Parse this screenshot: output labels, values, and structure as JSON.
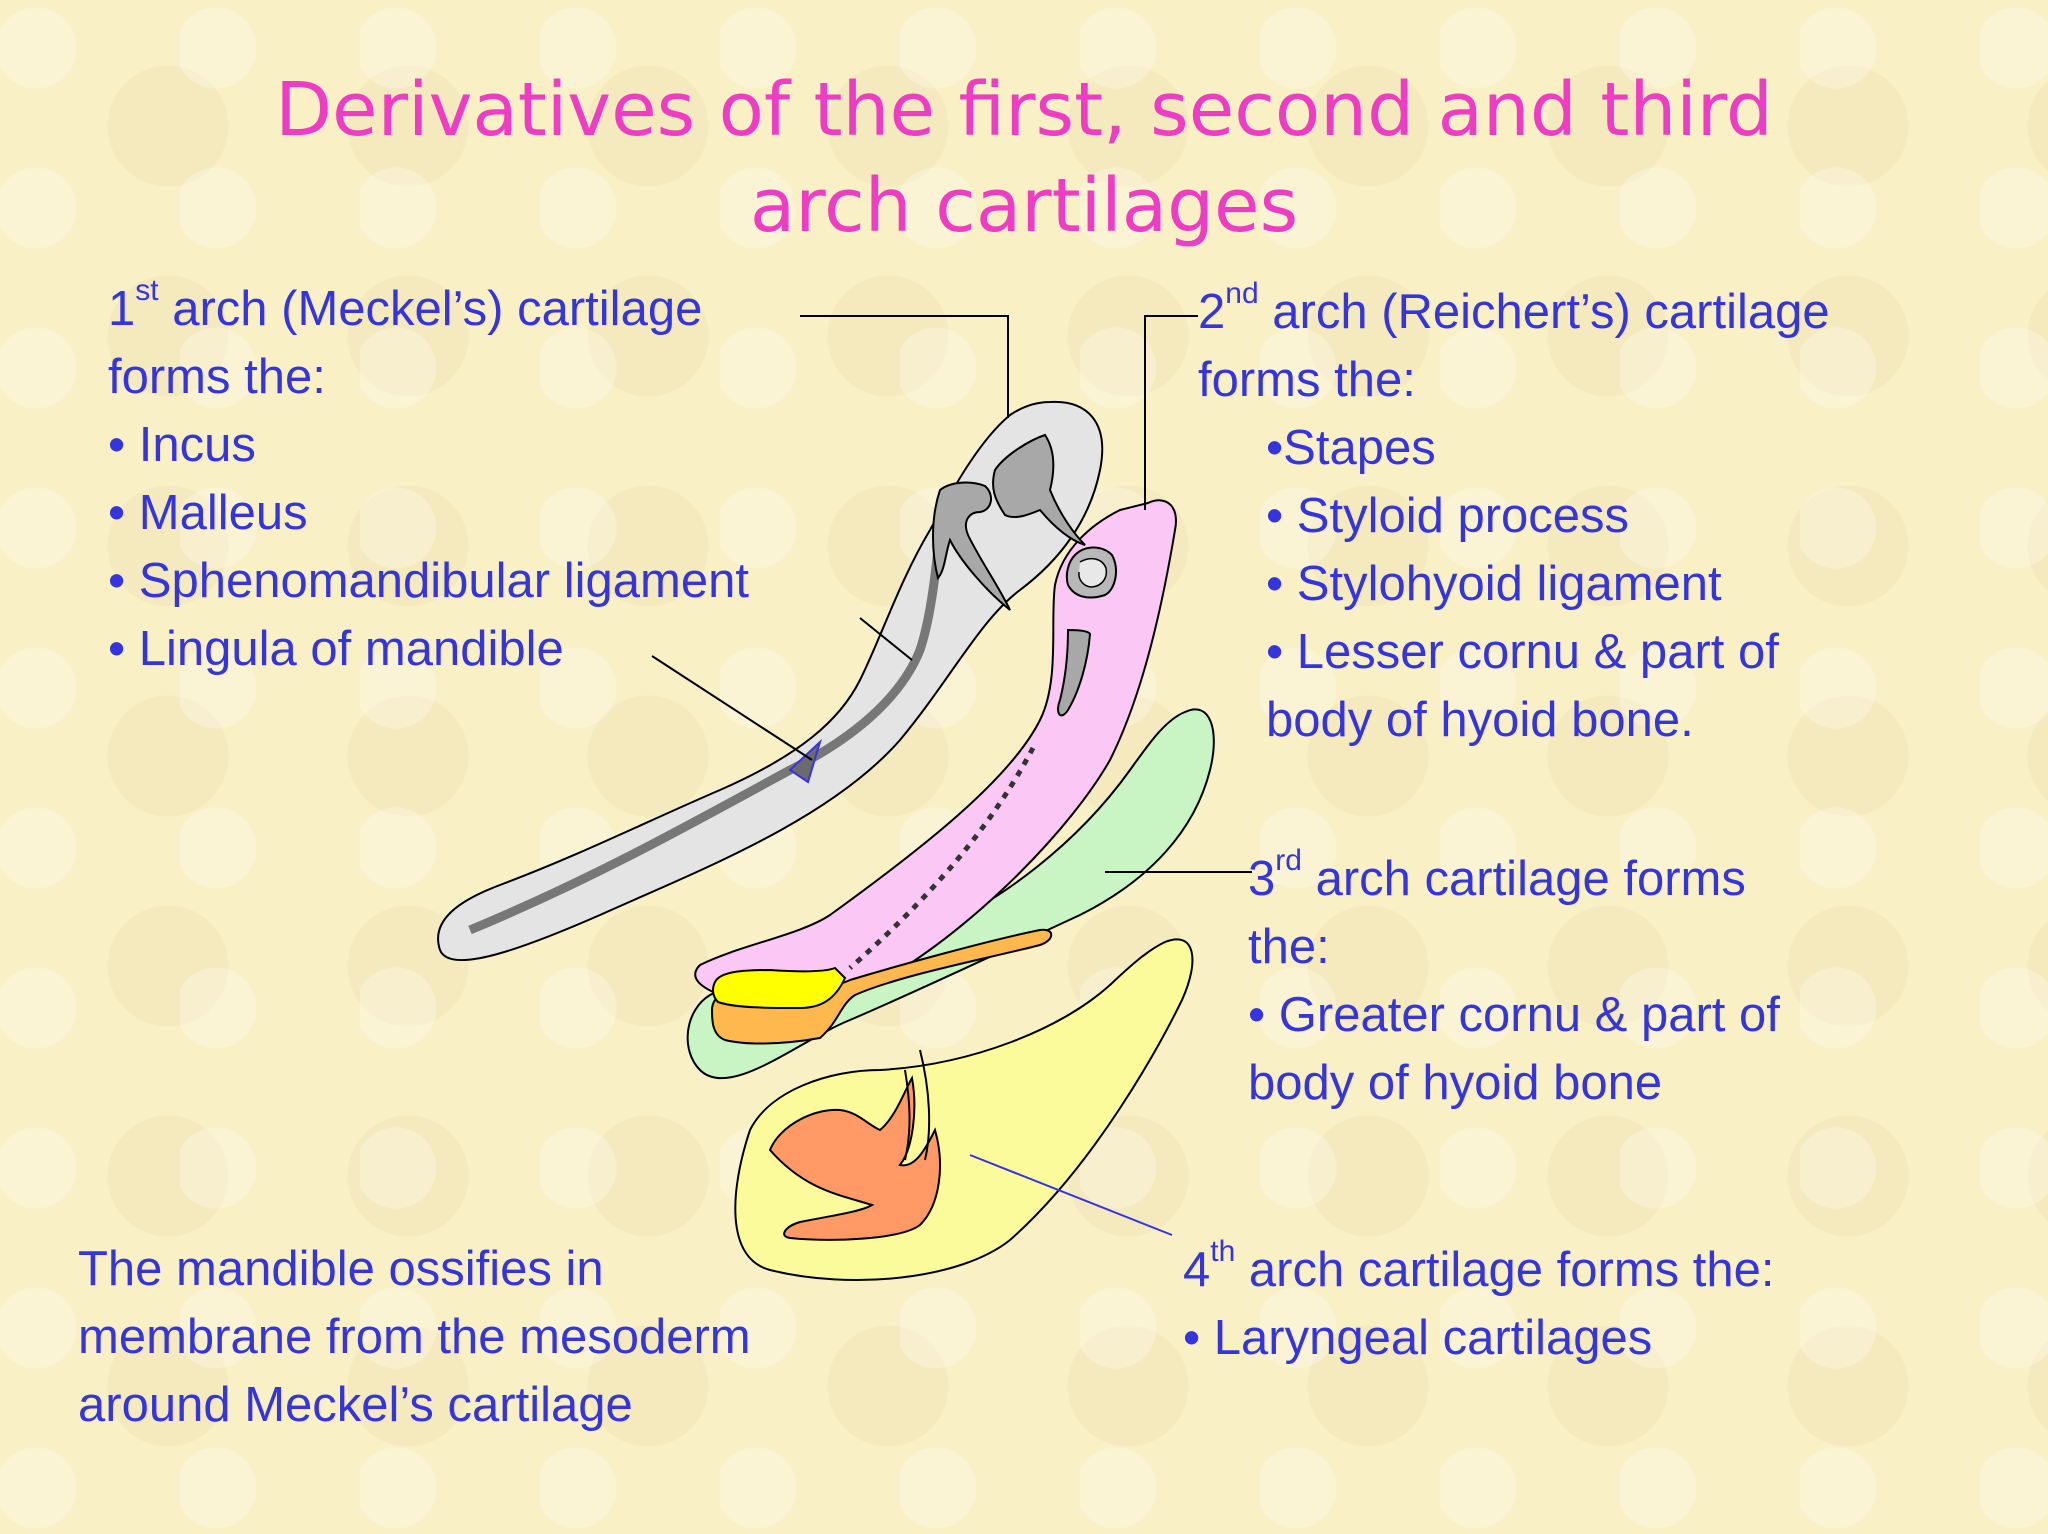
{
  "title": {
    "line1": "Derivatives of the first, second and third",
    "line2": "arch cartilages"
  },
  "arch1": {
    "number": "1",
    "sup": "st",
    "heading_rest": " arch (Meckel’s) cartilage",
    "forms": "forms the:",
    "items": [
      "• Incus",
      "• Malleus",
      "• Sphenomandibular ligament",
      "• Lingula of mandible"
    ]
  },
  "arch2": {
    "number": "2",
    "sup": "nd",
    "heading_rest": " arch (Reichert’s) cartilage",
    "forms": "forms the:",
    "items": [
      "•Stapes",
      "• Styloid process",
      "• Stylohyoid ligament",
      "• Lesser cornu & part of",
      "body of hyoid bone."
    ]
  },
  "arch3": {
    "number": "3",
    "sup": "rd",
    "heading_rest": " arch cartilage forms",
    "lines": [
      "the:",
      "• Greater cornu & part of",
      "body of hyoid bone"
    ]
  },
  "arch4": {
    "number": "4",
    "sup": "th",
    "heading_rest": " arch cartilage forms the:",
    "items": [
      "• Laryngeal cartilages"
    ]
  },
  "mandible_note": {
    "lines": [
      "The mandible ossifies in",
      "membrane from the mesoderm",
      "around Meckel’s cartilage"
    ]
  },
  "colors": {
    "background": "#f9f0c6",
    "title": "#ef3cc4",
    "text": "#3535e0",
    "arch1_fill": "#e4e4e4",
    "arch2_fill": "#fbc8f6",
    "arch3_fill": "#c9f5c4",
    "arch4_fill": "#fbfb9c",
    "ossicle_fill": "#a8a8a8",
    "hyoid_yellow": "#ffff00",
    "hyoid_orange": "#ffb84d",
    "larynx_fill": "#ff9966"
  }
}
